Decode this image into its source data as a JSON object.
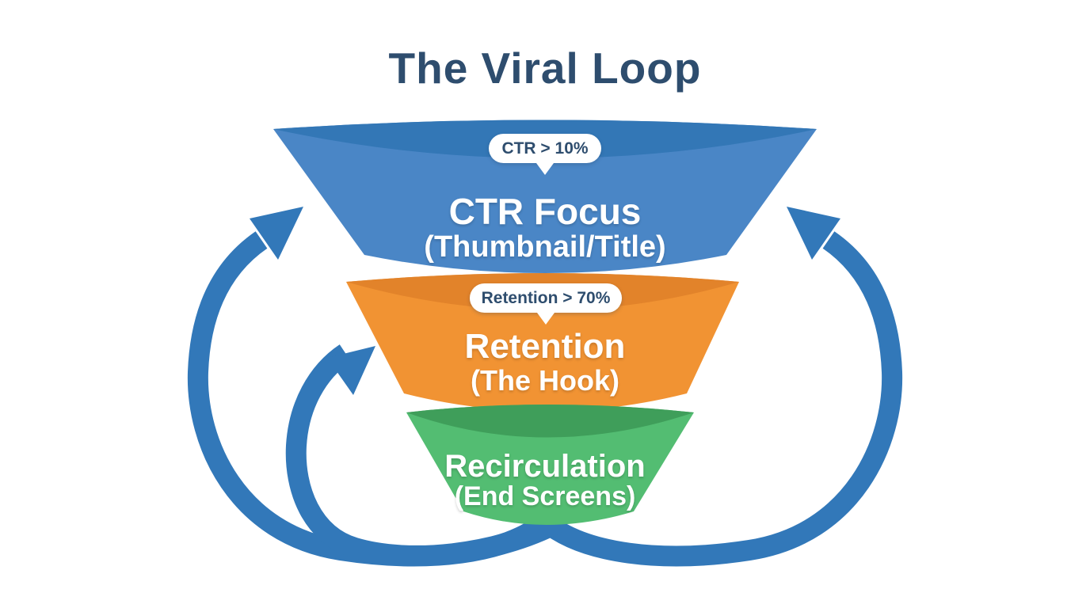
{
  "title": "The Viral Loop",
  "title_color": "#2e4d6e",
  "background_color": "#ffffff",
  "stages": [
    {
      "badge": "CTR > 10%",
      "label": "CTR Focus",
      "sublabel": "(Thumbnail/Title)",
      "body_color": "#4a86c6",
      "lip_color": "#3377b6"
    },
    {
      "badge": "Retention > 70%",
      "label": "Retention",
      "sublabel": "(The Hook)",
      "body_color": "#f19333",
      "lip_color": "#e2832a"
    },
    {
      "label": "Recirculation",
      "sublabel": "(End Screens)",
      "body_color": "#53bd72",
      "lip_color": "#3f9e5a"
    }
  ],
  "arrows": {
    "color": "#3278b9"
  },
  "text_color_on_funnel": "#ffffff",
  "badge_text_color": "#2e4d6e"
}
